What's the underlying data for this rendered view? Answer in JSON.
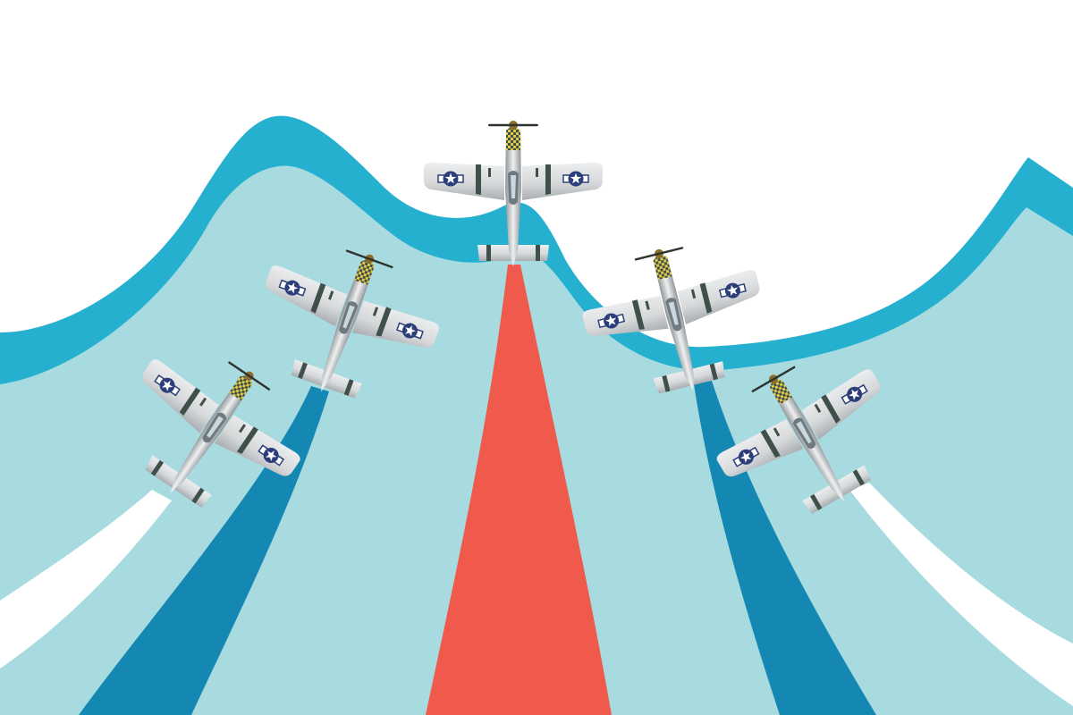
{
  "scene": {
    "subject": "air-show-formation",
    "planes": [
      {
        "id": "plane-lead",
        "role": "lead"
      },
      {
        "id": "plane-left-inner",
        "role": "left-inner"
      },
      {
        "id": "plane-left-outer",
        "role": "left-outer"
      },
      {
        "id": "plane-right-inner",
        "role": "right-inner"
      },
      {
        "id": "plane-right-outer",
        "role": "right-outer"
      }
    ],
    "trails": [
      {
        "id": "trail-center",
        "color": "#ef5a4c"
      },
      {
        "id": "trail-left-blue",
        "color": "#1587b3"
      },
      {
        "id": "trail-left-white",
        "color": "#ffffff"
      },
      {
        "id": "trail-right-blue",
        "color": "#1587b3"
      },
      {
        "id": "trail-right-white",
        "color": "#ffffff"
      }
    ]
  },
  "colors": {
    "background": "#ffffff",
    "smoke_outer": "#24b0ce",
    "smoke_inner": "#a7dbe0",
    "trail_red": "#ef5a4c",
    "trail_blue": "#1587b3",
    "trail_white": "#ffffff",
    "plane_body": "#d8dadc",
    "plane_shade": "#9ea3a7",
    "stripe": "#3f4f4a",
    "nose_check": "#e1c94a",
    "roundel": "#2c3e7a",
    "star": "#ffffff"
  },
  "icons": [
    "fighter-plane-icon",
    "star-roundel-icon",
    "propeller-icon",
    "checkered-nose-icon"
  ]
}
